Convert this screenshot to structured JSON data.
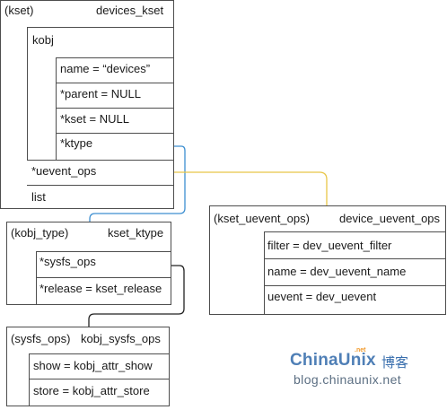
{
  "kset_box": {
    "type_label": "(kset)",
    "name": "devices_kset",
    "kobj": {
      "label": "kobj",
      "fields": [
        "name = “devices”",
        "*parent = NULL",
        "*kset = NULL",
        "*ktype"
      ]
    },
    "uevent_ops": "*uevent_ops",
    "list": "list"
  },
  "kobj_type_box": {
    "type_label": "(kobj_type)",
    "name": "kset_ktype",
    "fields": [
      "*sysfs_ops",
      "*release = kset_release"
    ]
  },
  "sysfs_ops_box": {
    "type_label": "(sysfs_ops)",
    "name": "kobj_sysfs_ops",
    "fields": [
      "show = kobj_attr_show",
      "store = kobj_attr_store"
    ]
  },
  "kset_uevent_ops_box": {
    "type_label": "(kset_uevent_ops)",
    "name": "device_uevent_ops",
    "fields": [
      "filter = dev_uevent_filter",
      "name = dev_uevent_name",
      "uevent = dev_uevent"
    ]
  },
  "watermark": {
    "brand": "ChinaUnix",
    "tag": "博客",
    "net": ".net",
    "url": "blog.chinaunix.net"
  },
  "colors": {
    "border": "#4d4d4d",
    "ktype_link": "#3d8fd1",
    "uevent_link": "#e8c547",
    "sysfs_link": "#222222"
  }
}
